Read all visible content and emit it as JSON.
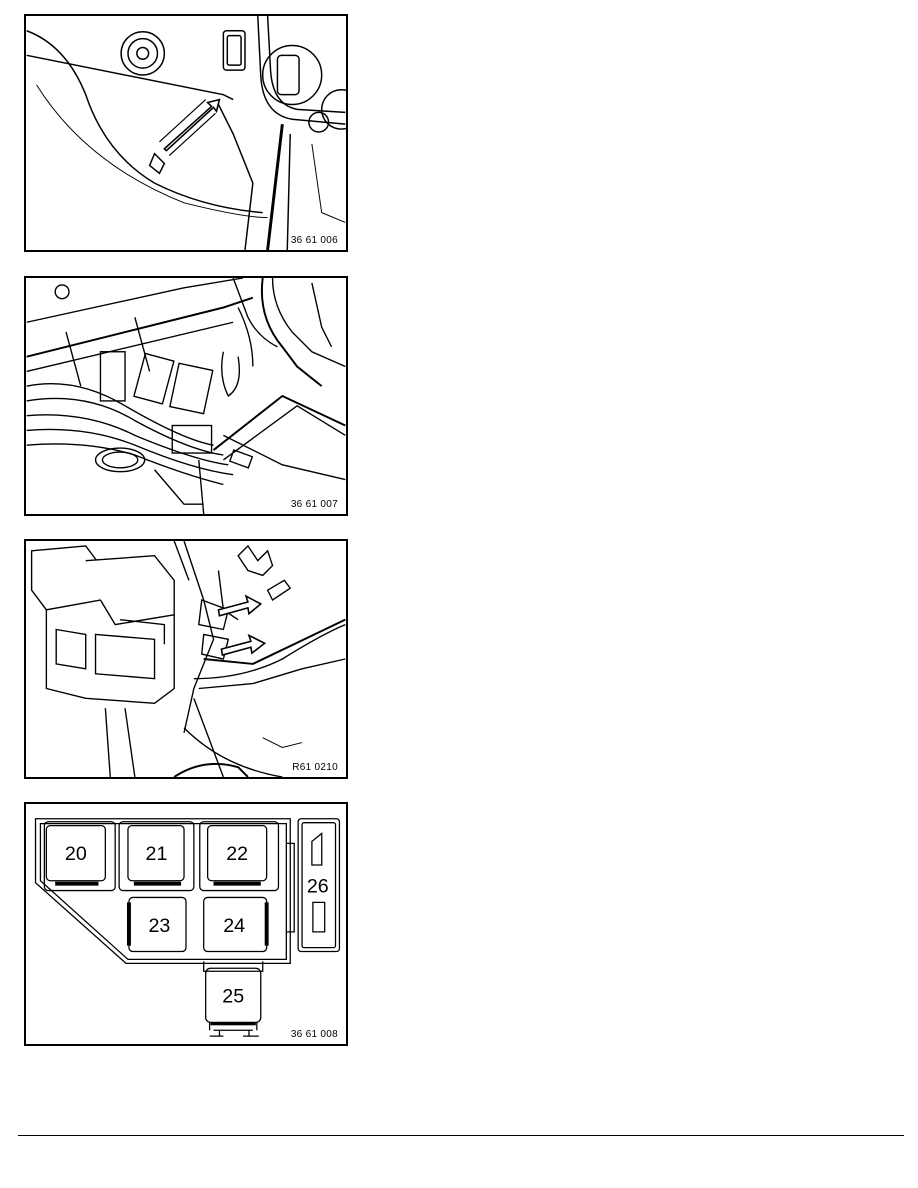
{
  "figures": [
    {
      "code": "36 61 006"
    },
    {
      "code": "36 61 007"
    },
    {
      "code": "R61 0210"
    },
    {
      "code": "36 61 008",
      "relays": [
        {
          "label": "20"
        },
        {
          "label": "21"
        },
        {
          "label": "22"
        },
        {
          "label": "23"
        },
        {
          "label": "24"
        },
        {
          "label": "25"
        },
        {
          "label": "26"
        }
      ]
    }
  ]
}
